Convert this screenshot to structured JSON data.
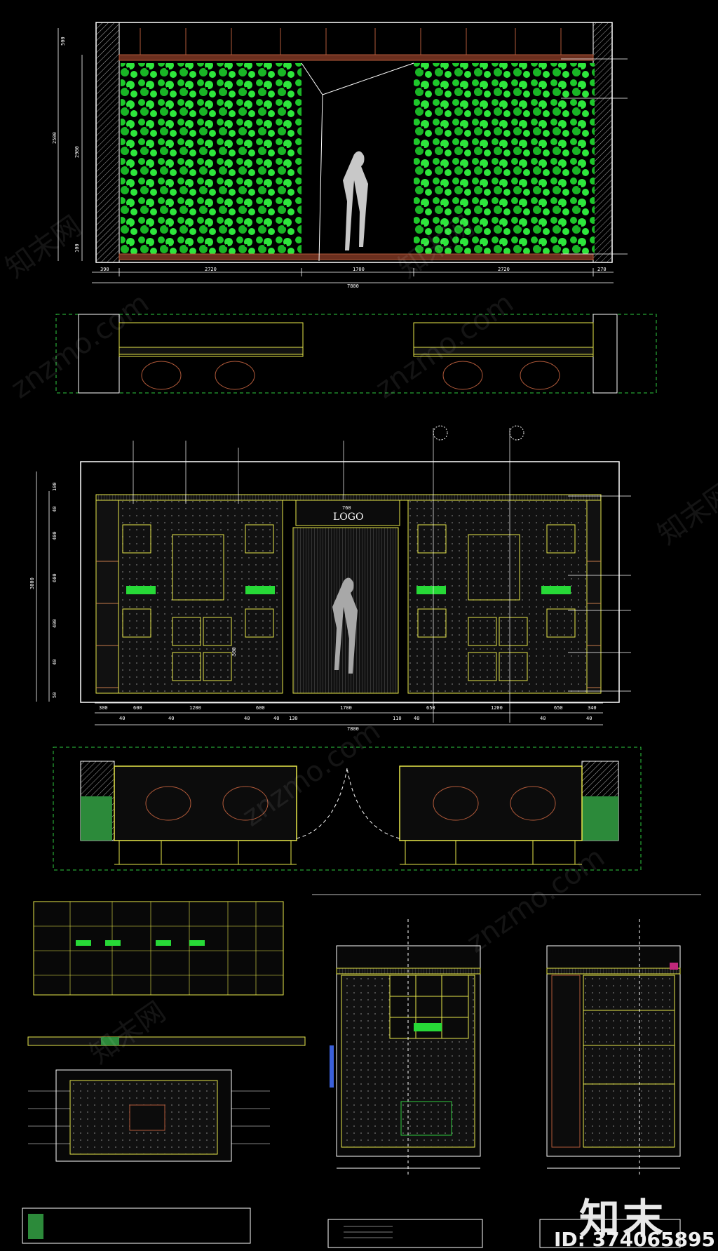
{
  "drawing": {
    "elevation_1": {
      "dims_bottom": [
        "390",
        "2720",
        "1700",
        "2720",
        "270"
      ],
      "dim_total": "7800",
      "dims_left": [
        "500",
        "2500",
        "2900",
        "100"
      ]
    },
    "elevation_2": {
      "logo_text": "LOGO",
      "dim_top_logo": "760",
      "dims_bottom": [
        "300",
        "600",
        "1200",
        "600",
        "1700",
        "650",
        "1200",
        "650",
        "340"
      ],
      "dims_bottom_row2": [
        "40",
        "40",
        "40",
        "40",
        "130",
        "110",
        "40",
        "40",
        "40"
      ],
      "dim_total": "7800",
      "dims_left": [
        "3000",
        "100",
        "40",
        "400",
        "600",
        "400",
        "40",
        "50"
      ],
      "dim_inner": "500"
    }
  },
  "watermark": {
    "site": "znzmo.com",
    "brand_cn": "知末网"
  },
  "branding": {
    "logo": "知末",
    "image_id": "ID: 374065895"
  },
  "colors": {
    "background": "#000000",
    "line_yellow": "#e8e84a",
    "plant_green": "#22dd33",
    "frame_white": "#ffffff",
    "panel_dark": "#141414",
    "annotation_brown": "#b25a3a",
    "dashed_green": "#2ecc40"
  }
}
